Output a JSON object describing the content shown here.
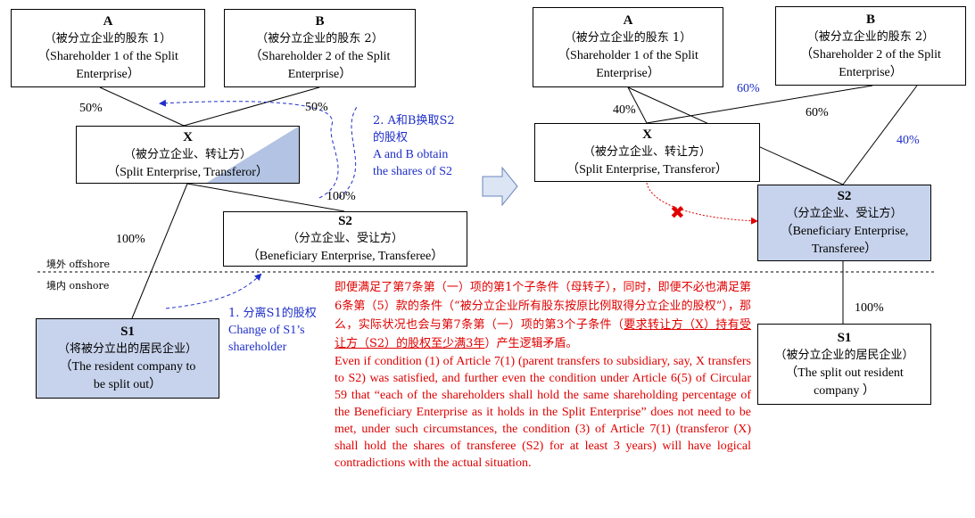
{
  "left": {
    "A": {
      "title": "A",
      "zh": "（被分立企业的股东 1）",
      "en1": "（Shareholder 1 of the Split",
      "en2": "Enterprise）"
    },
    "B": {
      "title": "B",
      "zh": "（被分立企业的股东 2）",
      "en1": "（Shareholder 2 of the Split",
      "en2": "Enterprise）"
    },
    "X": {
      "title": "X",
      "zh": "（被分立企业、转让方）",
      "en": "（Split Enterprise, Transferor）"
    },
    "S2": {
      "title": "S2",
      "zh": "（分立企业、受让方）",
      "en": "（Beneficiary Enterprise, Transferee）"
    },
    "S1": {
      "title": "S1",
      "zh": "（将被分立出的居民企业）",
      "en1": "（The resident company to",
      "en2": "be split out）"
    },
    "pct_a_x": "50%",
    "pct_b_x": "50%",
    "pct_x_s1": "100%",
    "pct_x_s2": "100%",
    "note2_zh1": "2. A和B换取S2",
    "note2_zh2": "的股权",
    "note2_en1": "A and B obtain",
    "note2_en2": "the shares of S2",
    "note1_zh": "1. 分离S1的股权",
    "note1_en1": "Change of S1’s",
    "note1_en2": "shareholder",
    "offshore": "境外 offshore",
    "onshore": "境内 onshore"
  },
  "right": {
    "A": {
      "title": "A",
      "zh": "（被分立企业的股东 1）",
      "en1": "（Shareholder 1 of the Split",
      "en2": "Enterprise）"
    },
    "B": {
      "title": "B",
      "zh": "（被分立企业的股东 2）",
      "en1": "（Shareholder 2 of the Split",
      "en2": "Enterprise）"
    },
    "X": {
      "title": "X",
      "zh": "（被分立企业、转让方）",
      "en": "（Split Enterprise, Transferor）"
    },
    "S2": {
      "title": "S2",
      "zh": "（分立企业、受让方）",
      "en1": "（Beneficiary Enterprise,",
      "en2": "Transferee）"
    },
    "S1": {
      "title": "S1",
      "zh": "（被分立企业的居民企业）",
      "en1": "（The split out resident",
      "en2": "company ）"
    },
    "pct_a_x": "40%",
    "pct_b_x": "60%",
    "pct_a_s2": "60%",
    "pct_b_s2": "40%",
    "pct_s2_s1": "100%"
  },
  "note": {
    "zh_a": "即便满足了第7条第（一）项的第1个子条件（母转子），同时，即便不必也满足第6条第（5）款的条件（“被分立企业所有股东按原比例取得分立企业的股权”），那么，实际状况也会与第7条第（一）项的第3个子条件（",
    "zh_u": "要求转让方（X）持有受让方（S2）的股权至少满3年",
    "zh_b": "）产生逻辑矛盾。",
    "en": "Even if condition (1) of Article 7(1) (parent transfers to subsidiary, say, X transfers to S2) was satisfied, and further even the condition under Article 6(5) of Circular 59 that “each of the shareholders shall hold the same shareholding percentage of the Beneficiary Enterprise as it holds in the Split Enterprise” does not need to be met, under such circumstances, the condition (3) of Article 7(1) (transferor (X) shall hold the shares of transferee (S2) for at least 3 years) will have logical contradictions with the actual situation."
  },
  "colors": {
    "box_blue": "#c7d3ec",
    "note_red": "#e00000",
    "arrow_blue": "#1f2fc9"
  }
}
